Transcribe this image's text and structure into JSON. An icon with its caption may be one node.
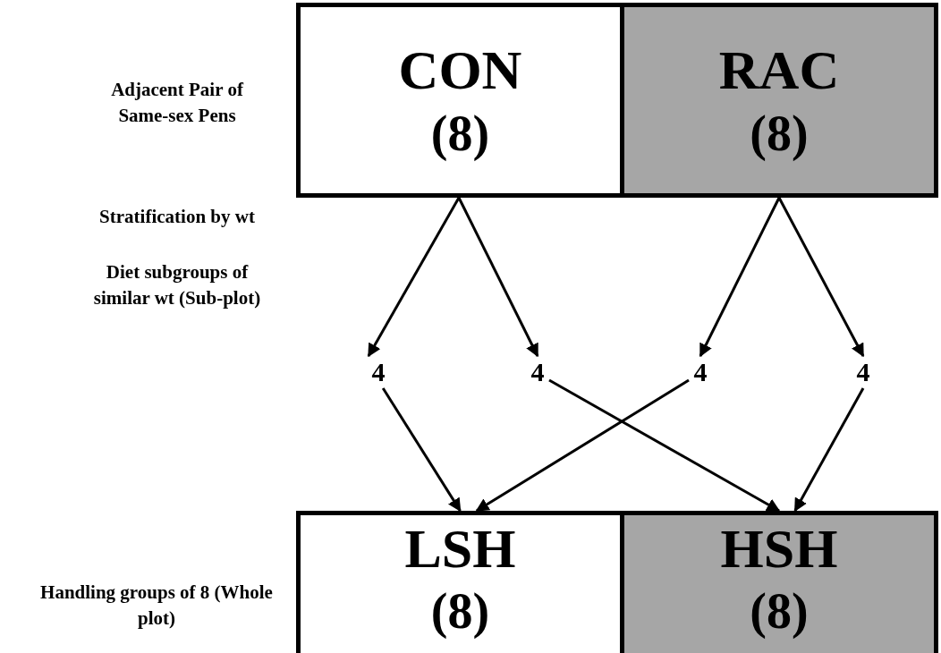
{
  "diagram": {
    "nodes": [
      {
        "text": [
          "CON",
          "(8)"
        ]
      },
      {
        "text": [
          "RAC",
          "(8)"
        ]
      },
      {
        "text": [
          "4"
        ]
      },
      {
        "text": [
          "4"
        ]
      },
      {
        "text": [
          "4"
        ]
      },
      {
        "text": [
          "4"
        ]
      },
      {
        "text": [
          "LSH",
          "(8)"
        ]
      },
      {
        "text": [
          "HSH",
          "(8)"
        ]
      }
    ],
    "edges": [
      {
        "from": 0,
        "to": 2,
        "arrow": "to"
      },
      {
        "from": 0,
        "to": 3,
        "arrow": "to"
      },
      {
        "from": 1,
        "to": 4,
        "arrow": "to"
      },
      {
        "from": 1,
        "to": 5,
        "arrow": "to"
      },
      {
        "from": 2,
        "to": 6,
        "arrow": "to"
      },
      {
        "from": 3,
        "to": 7,
        "arrow": "to"
      },
      {
        "from": 4,
        "to": 6,
        "arrow": "to"
      },
      {
        "from": 5,
        "to": 7,
        "arrow": "to"
      }
    ],
    "labels": [
      "Adjacent Pair of Same-sex Pens",
      "Stratification by wt",
      "Diet subgroups of similar wt (Sub-plot)",
      "Handling groups of 8 (Whole plot)"
    ]
  }
}
